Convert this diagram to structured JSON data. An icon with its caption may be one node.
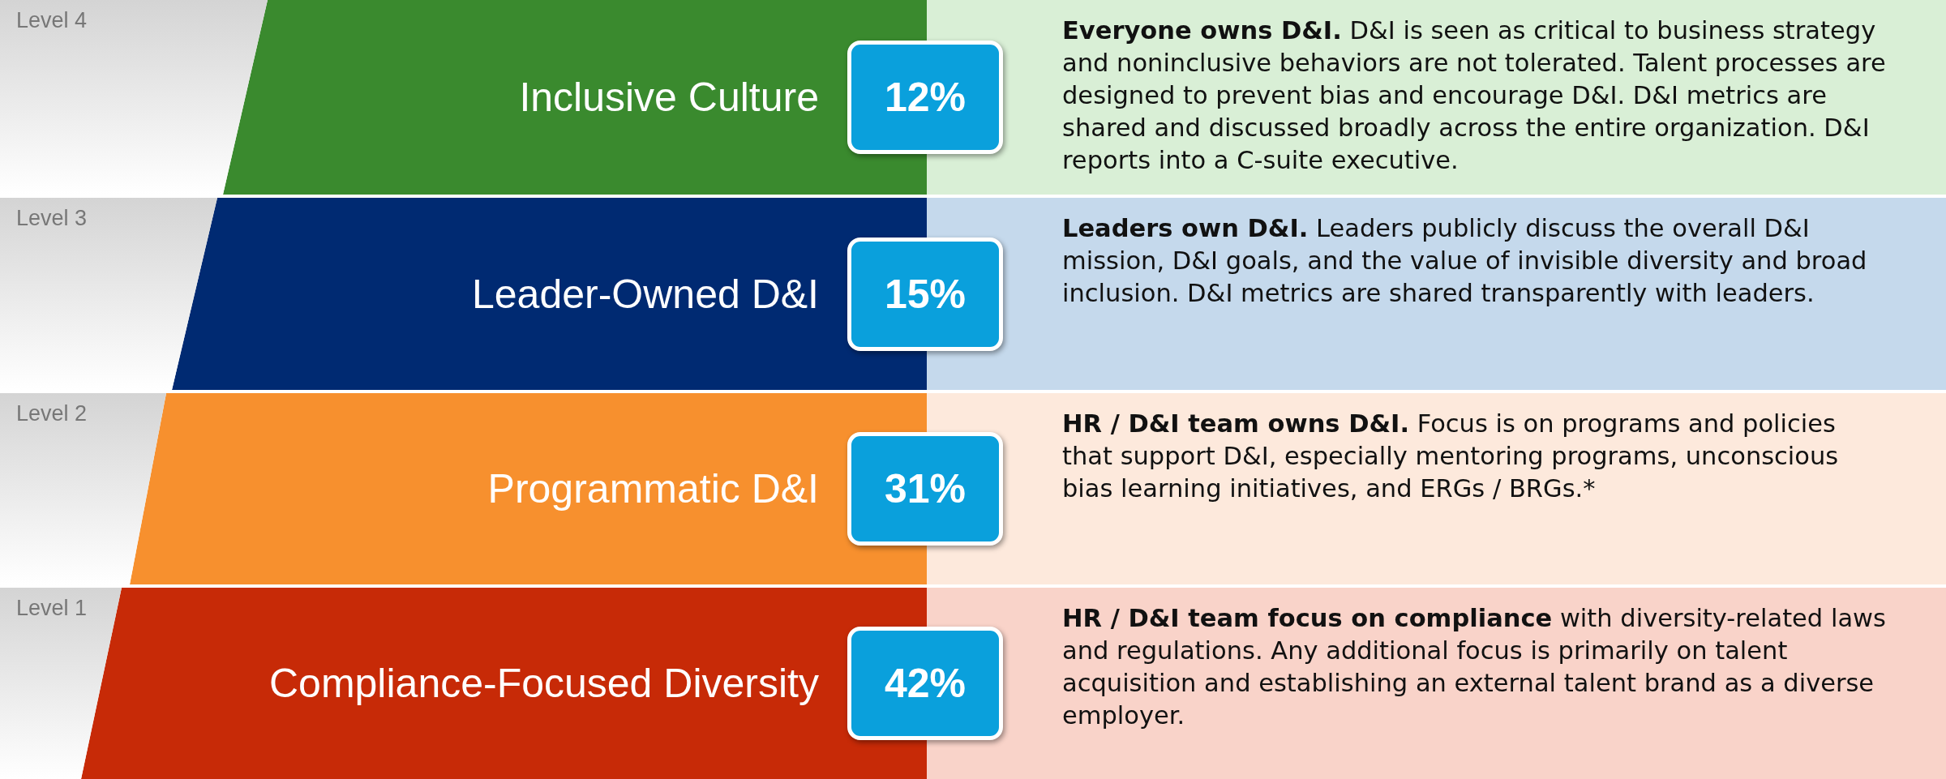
{
  "diagram": {
    "nodes": [
      {
        "text": [
          "Level 4"
        ]
      },
      {
        "text": [
          "Inclusive Culture"
        ]
      },
      {
        "text": [
          "12%"
        ]
      },
      {
        "text": [
          "**Everyone owns D&I.** D&I is seen as critical to business strategy and noninclusive behaviors are not tolerated. Talent processes are designed to prevent bias and encourage D&I. D&I metrics are shared and discussed broadly across the entire organization. D&I reports into a C-suite executive."
        ]
      },
      {
        "text": [
          "Level 3"
        ]
      },
      {
        "text": [
          "Leader-Owned D&I"
        ]
      },
      {
        "text": [
          "15%"
        ]
      },
      {
        "text": [
          "**Leaders own D&I.** Leaders publicly discuss the overall D&I mission, D&I goals, and the value of invisible diversity and broad inclusion. D&I metrics are shared transparently with leaders."
        ]
      },
      {
        "text": [
          "Level 2"
        ]
      },
      {
        "text": [
          "Programmatic D&I"
        ]
      },
      {
        "text": [
          "31%"
        ]
      },
      {
        "text": [
          "**HR / D&I team owns D&I.** Focus is on programs and policies that support D&I, especially mentoring programs, unconscious bias learning initiatives, and ERGs / BRGs.*"
        ]
      },
      {
        "text": [
          "Level 1"
        ]
      },
      {
        "text": [
          "Compliance-Focused Diversity"
        ]
      },
      {
        "text": [
          "42%"
        ]
      },
      {
        "text": [
          "**HR / D&I team focus on compliance** with diversity-related laws and regulations. Any additional focus is primarily on talent acquisition and establishing an external talent brand as a diverse employer."
        ]
      }
    ]
  }
}
